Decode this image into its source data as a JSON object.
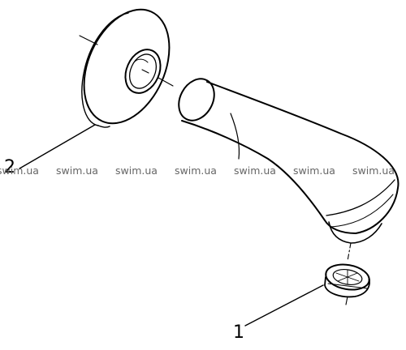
{
  "callouts": [
    {
      "label": "2"
    },
    {
      "label": "1"
    }
  ],
  "watermark": {
    "text": "swim.ua",
    "repeat": 7
  },
  "colors": {
    "line": "#000000",
    "background": "#ffffff",
    "watermark": "#666666"
  }
}
